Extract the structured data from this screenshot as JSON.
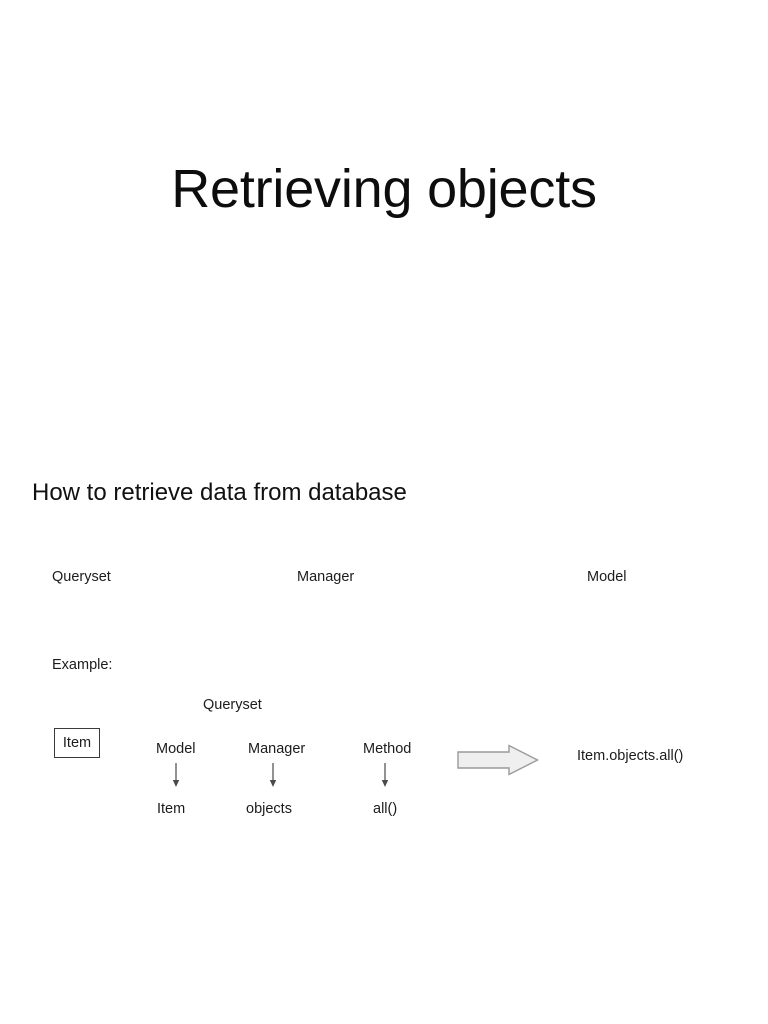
{
  "slide": {
    "title": "Retrieving objects",
    "subtitle": "How to retrieve data from database",
    "background_color": "#ffffff",
    "text_color": "#111111"
  },
  "concepts": {
    "items": [
      {
        "label": "Queryset"
      },
      {
        "label": "Manager"
      },
      {
        "label": "Model"
      }
    ]
  },
  "example": {
    "label": "Example:",
    "queryset_caption": "Queryset",
    "source_box": {
      "label": "Item"
    },
    "columns": [
      {
        "head": "Model",
        "arrow": "down-arrow",
        "value": "Item"
      },
      {
        "head": "Manager",
        "arrow": "down-arrow",
        "value": "objects"
      },
      {
        "head": "Method",
        "arrow": "down-arrow",
        "value": "all()"
      }
    ],
    "flow_arrow": {
      "icon": "right-block-arrow-icon",
      "fill_color": "#efefef",
      "stroke_color": "#9a9a9a"
    },
    "result": "Item.objects.all()"
  }
}
